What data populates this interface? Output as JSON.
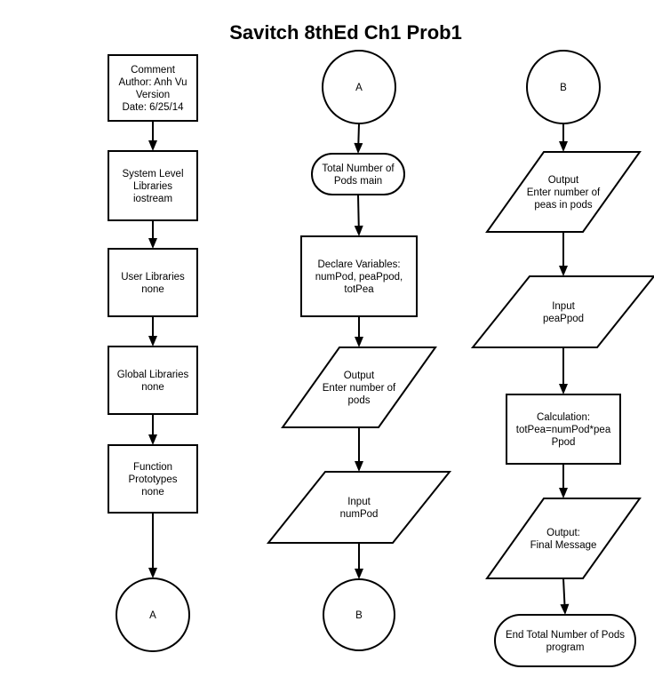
{
  "title": "Savitch 8thEd Ch1 Prob1",
  "nodes": [
    {
      "id": "comment",
      "shape": "rect",
      "lines": [
        "Comment",
        "Author: Anh Vu",
        "Version",
        "Date: 6/25/14"
      ]
    },
    {
      "id": "system-libs",
      "shape": "rect",
      "lines": [
        "System Level",
        "Libraries",
        "iostream"
      ]
    },
    {
      "id": "user-libs",
      "shape": "rect",
      "lines": [
        "User Libraries",
        "none"
      ]
    },
    {
      "id": "global-libs",
      "shape": "rect",
      "lines": [
        "Global Libraries",
        "none"
      ]
    },
    {
      "id": "func-protos",
      "shape": "rect",
      "lines": [
        "Function",
        "Prototypes",
        "none"
      ]
    },
    {
      "id": "connector-a-out",
      "shape": "circle",
      "lines": [
        "A"
      ]
    },
    {
      "id": "connector-a-in",
      "shape": "circle",
      "lines": [
        "A"
      ]
    },
    {
      "id": "start",
      "shape": "terminal",
      "lines": [
        "Total Number of",
        "Pods main"
      ]
    },
    {
      "id": "declare-vars",
      "shape": "rect",
      "lines": [
        "Declare Variables:",
        "numPod, peaPpod,",
        "totPea"
      ]
    },
    {
      "id": "output-pods",
      "shape": "parallelogram",
      "lines": [
        "Output",
        "Enter number of",
        "pods"
      ]
    },
    {
      "id": "input-numpod",
      "shape": "parallelogram",
      "lines": [
        "Input",
        "numPod"
      ]
    },
    {
      "id": "connector-b-out",
      "shape": "circle",
      "lines": [
        "B"
      ]
    },
    {
      "id": "connector-b-in",
      "shape": "circle",
      "lines": [
        "B"
      ]
    },
    {
      "id": "output-peas",
      "shape": "parallelogram",
      "lines": [
        "Output",
        "Enter number of",
        "peas in pods"
      ]
    },
    {
      "id": "input-peappod",
      "shape": "parallelogram",
      "lines": [
        "Input",
        "peaPpod"
      ]
    },
    {
      "id": "calculation",
      "shape": "rect",
      "lines": [
        "Calculation:",
        "totPea=numPod*pea",
        "Ppod"
      ]
    },
    {
      "id": "output-final",
      "shape": "parallelogram",
      "lines": [
        "Output:",
        "Final Message"
      ]
    },
    {
      "id": "end",
      "shape": "terminal",
      "lines": [
        "End Total Number of Pods",
        "program"
      ]
    }
  ],
  "edges": [
    [
      "comment",
      "system-libs"
    ],
    [
      "system-libs",
      "user-libs"
    ],
    [
      "user-libs",
      "global-libs"
    ],
    [
      "global-libs",
      "func-protos"
    ],
    [
      "func-protos",
      "connector-a-out"
    ],
    [
      "connector-a-in",
      "start"
    ],
    [
      "start",
      "declare-vars"
    ],
    [
      "declare-vars",
      "output-pods"
    ],
    [
      "output-pods",
      "input-numpod"
    ],
    [
      "input-numpod",
      "connector-b-out"
    ],
    [
      "connector-b-in",
      "output-peas"
    ],
    [
      "output-peas",
      "input-peappod"
    ],
    [
      "input-peappod",
      "calculation"
    ],
    [
      "calculation",
      "output-final"
    ],
    [
      "output-final",
      "end"
    ]
  ]
}
